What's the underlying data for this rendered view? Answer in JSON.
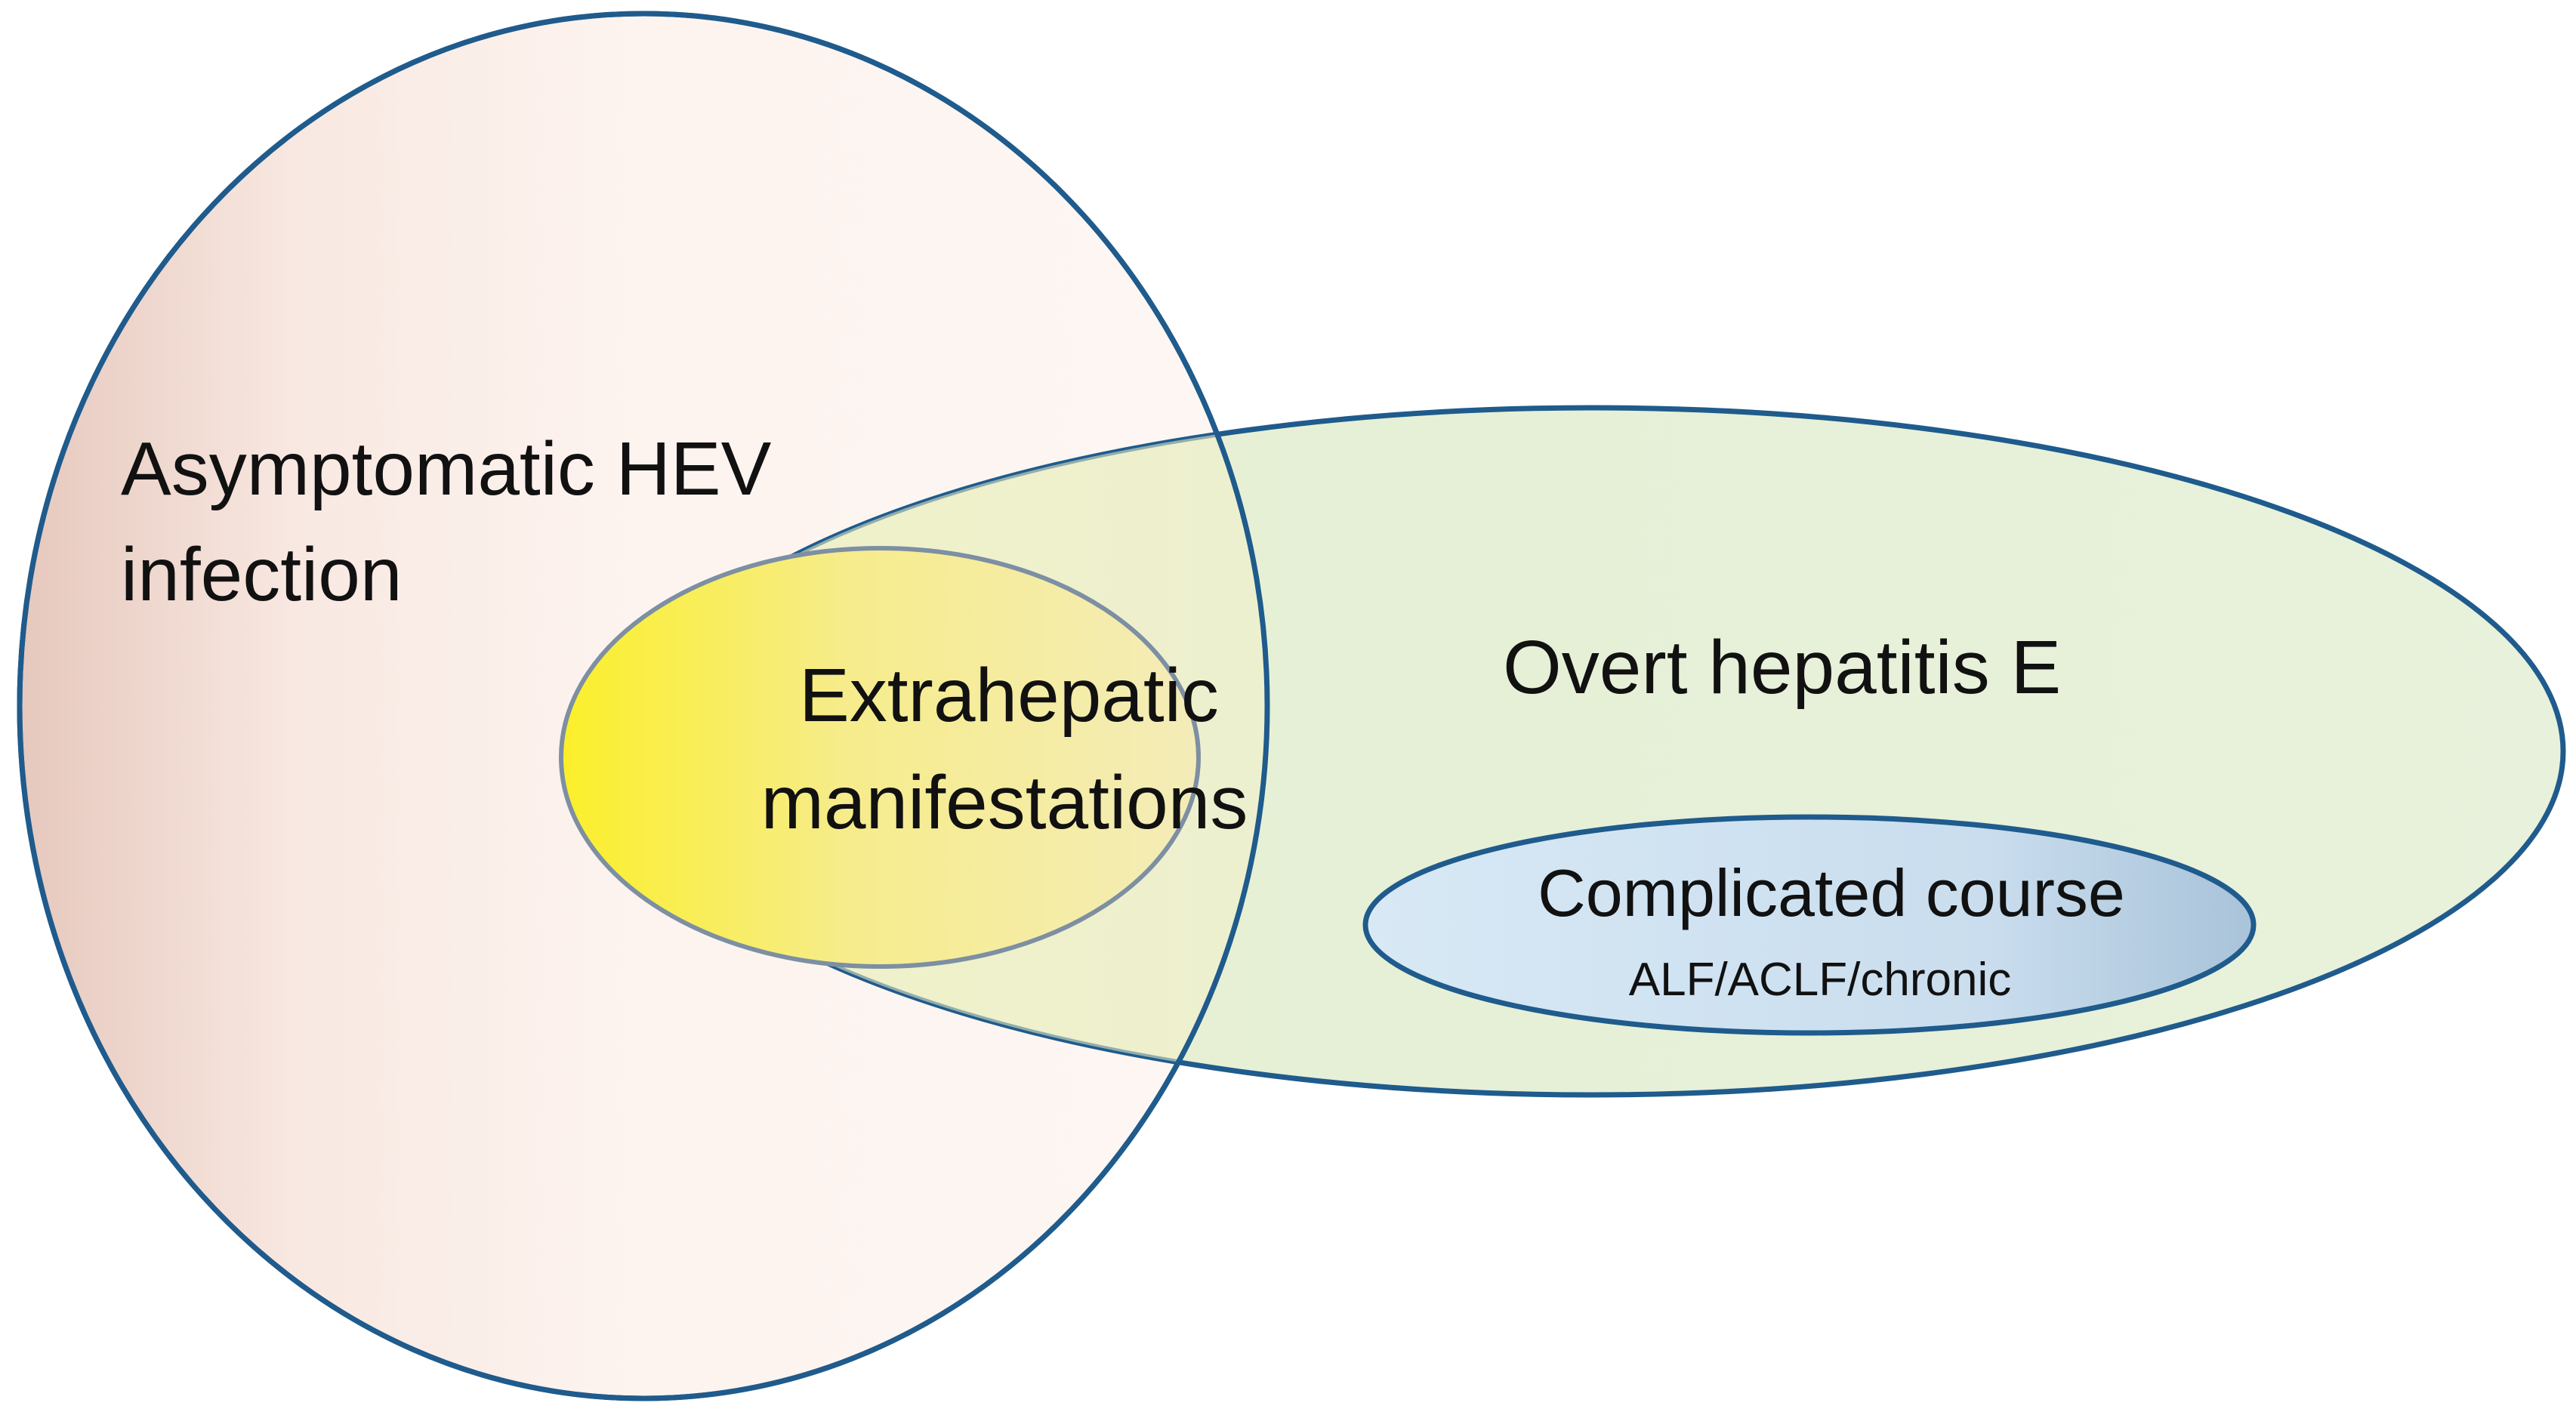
{
  "diagram": {
    "regions": {
      "asymptomatic": {
        "line1": "Asymptomatic HEV",
        "line2": "infection"
      },
      "overt": {
        "label": "Overt hepatitis E"
      },
      "extrahepatic": {
        "line1": "Extrahepatic",
        "line2": "manifestations"
      },
      "complicated": {
        "label": "Complicated course",
        "sublabel": "ALF/ACLF/chronic"
      }
    }
  },
  "colors": {
    "outline": "#1f5b8c",
    "asymptomatic_fill": "#fdf4f0",
    "asymptomatic_shade": "#e9cfc6",
    "overt_fill": "#e9f1da",
    "extrahepatic_fill": "#fbef3a",
    "complicated_fill": "#cfe2f1"
  }
}
